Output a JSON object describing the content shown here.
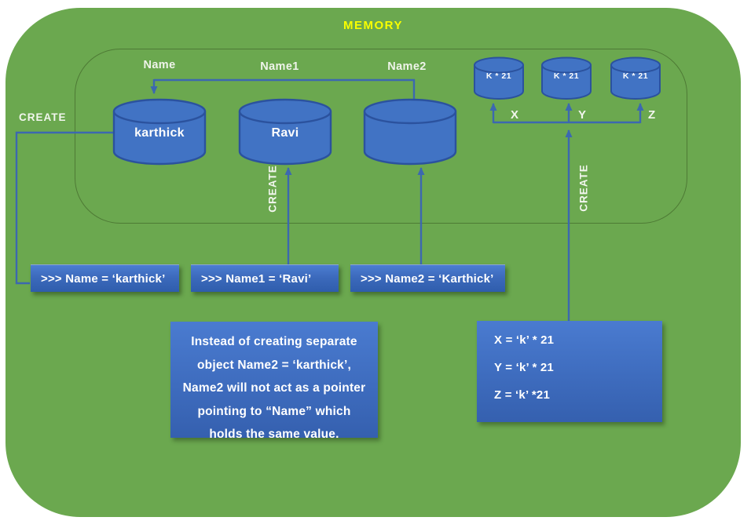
{
  "memory": {
    "title": "MEMORY",
    "pointers": [
      {
        "label": "Name"
      },
      {
        "label": "Name1"
      },
      {
        "label": "Name2"
      }
    ],
    "objects": [
      {
        "value": "karthick"
      },
      {
        "value": "Ravi"
      },
      {
        "value": ""
      }
    ],
    "small_objects": [
      {
        "value": "K * 21",
        "variable": "X"
      },
      {
        "value": "K * 21",
        "variable": "Y"
      },
      {
        "value": "K * 21",
        "variable": "Z"
      }
    ]
  },
  "create_labels": {
    "left": "CREATE",
    "ravi": "CREATE",
    "xyz": "CREATE"
  },
  "code_boxes": [
    {
      "text": ">>> Name = ‘karthick’"
    },
    {
      "text": ">>> Name1 = ‘Ravi’"
    },
    {
      "text": ">>> Name2 = ‘Karthick’"
    }
  ],
  "note": {
    "lines": [
      "Instead of creating separate",
      "object Name2 = ‘karthick’,",
      "Name2 will not act as a pointer",
      "pointing to “Name” which",
      "holds the same value."
    ]
  },
  "assignments": {
    "lines": [
      "X = ‘k’ * 21",
      "Y = ‘k’ * 21",
      "Z = ‘k’ *21"
    ]
  },
  "colors": {
    "background_green": "#6BA84F",
    "inner_border_green": "#4E7A35",
    "object_fill_blue": "#4173C4",
    "object_stroke_blue": "#2B529E",
    "connector_blue": "#3C68B0",
    "title_yellow": "#F8FF00",
    "box_gradient_top": "#4A7BD0",
    "box_gradient_bottom": "#3560AF"
  }
}
